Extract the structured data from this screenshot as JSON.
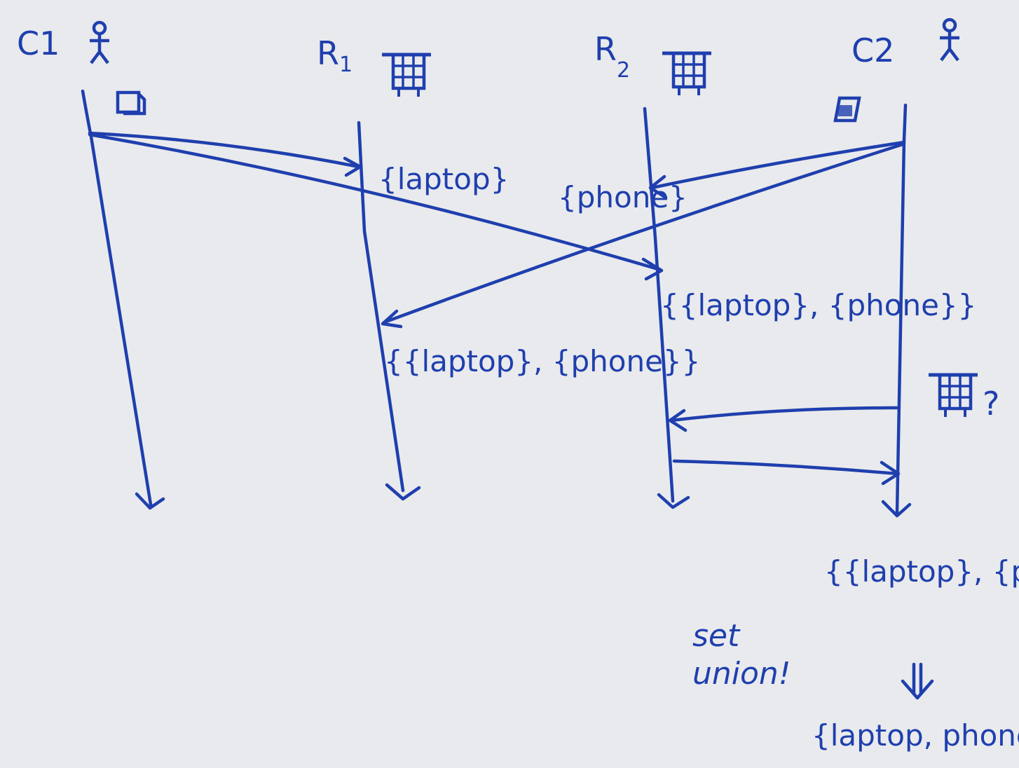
{
  "colors": {
    "ink": "#1f3fae",
    "paper": "#e9eaed"
  },
  "nodes": {
    "c1": {
      "label": "C1",
      "icon": "person-icon"
    },
    "r1": {
      "label": "R",
      "sub": "1",
      "icon": "server-rack-icon"
    },
    "r2": {
      "label": "R",
      "sub": "2",
      "icon": "server-rack-icon"
    },
    "c2": {
      "label": "C2",
      "icon": "person-icon"
    }
  },
  "devices": {
    "c1": "laptop-icon",
    "c2": "phone-icon"
  },
  "state_annotations": {
    "r1_first": "{laptop}",
    "r2_first": "{phone}",
    "r1_merged": "{{laptop}, {phone}}",
    "r2_merged": "{{laptop}, {phone}}",
    "c2_result": "{{laptop}, {phone}}",
    "c2_final": "{laptop, phone}"
  },
  "note": {
    "line1": "set",
    "line2": "union!"
  },
  "query_mark": "?"
}
